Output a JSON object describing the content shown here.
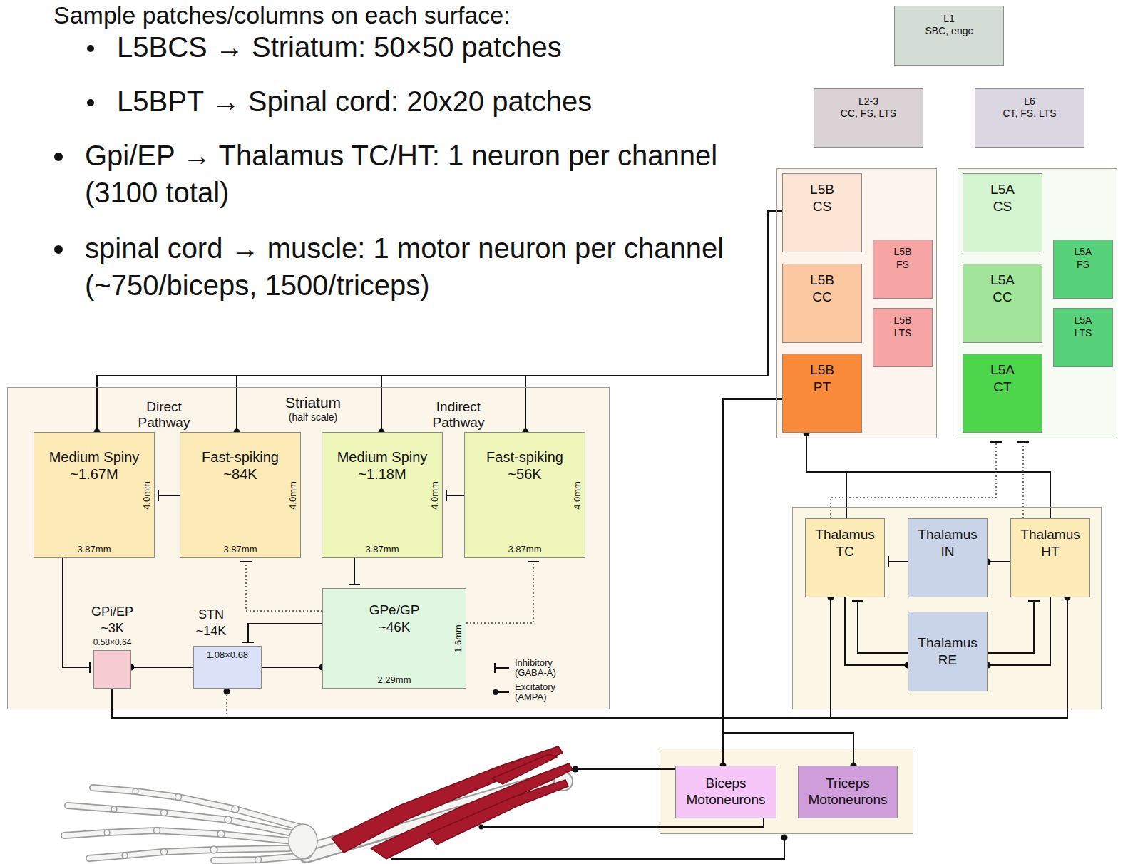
{
  "diagram": {
    "nodes": [
      {
        "text": [
          "L1",
          "SBC, engc"
        ]
      },
      {
        "text": [
          "L2-3",
          "CC, FS, LTS"
        ]
      },
      {
        "text": [
          "L6",
          "CT, FS, LTS"
        ]
      },
      {
        "text": []
      },
      {
        "text": [
          "L5B CS"
        ],
        "in": 3
      },
      {
        "text": [
          "L5B FS"
        ],
        "in": 3
      },
      {
        "text": [
          "L5B CC"
        ],
        "in": 3
      },
      {
        "text": [
          "L5B LTS"
        ],
        "in": 3
      },
      {
        "text": [
          "L5B PT"
        ],
        "in": 3
      },
      {
        "text": []
      },
      {
        "text": [
          "L5A CS"
        ],
        "in": 9
      },
      {
        "text": [
          "L5A FS"
        ],
        "in": 9
      },
      {
        "text": [
          "L5A CC"
        ],
        "in": 9
      },
      {
        "text": [
          "L5A LTS"
        ],
        "in": 9
      },
      {
        "text": [
          "L5A CT"
        ],
        "in": 9
      },
      {
        "text": [
          "Striatum",
          "(half scale)",
          "Direct Pathway",
          "Indirect Pathway"
        ]
      },
      {
        "text": [
          "Medium Spiny ~1.67M",
          "4.0mm",
          "3.87mm"
        ],
        "in": 15
      },
      {
        "text": [
          "Fast-spiking ~84K",
          "4.0mm",
          "3.87mm"
        ],
        "in": 15
      },
      {
        "text": [
          "Medium Spiny ~1.18M",
          "4.0mm",
          "3.87mm"
        ],
        "in": 15
      },
      {
        "text": [
          "Fast-spiking ~56K",
          "4.0mm",
          "3.87mm"
        ],
        "in": 15
      },
      {
        "text": [
          "GPi/EP ~3K",
          "0.58×0.64"
        ],
        "in": 15
      },
      {
        "text": [
          "STN ~14K",
          "1.08×0.68"
        ],
        "in": 15
      },
      {
        "text": [
          "GPe/GP ~46K",
          "1.6mm",
          "2.29mm"
        ],
        "in": 15
      },
      {
        "text": []
      },
      {
        "text": [
          "Thalamus TC"
        ],
        "in": 23
      },
      {
        "text": [
          "Thalamus IN"
        ],
        "in": 23
      },
      {
        "text": [
          "Thalamus HT"
        ],
        "in": 23
      },
      {
        "text": [
          "Thalamus RE"
        ],
        "in": 23
      },
      {
        "text": []
      },
      {
        "text": [
          "Biceps Motoneurons"
        ],
        "in": 28
      },
      {
        "text": [
          "Triceps Motoneurons"
        ],
        "in": 28
      }
    ],
    "edges": [
      {
        "from": 4,
        "to": 16,
        "arrow": "to"
      },
      {
        "from": 4,
        "to": 17,
        "arrow": "to"
      },
      {
        "from": 4,
        "to": 18,
        "arrow": "to"
      },
      {
        "from": 4,
        "to": 19,
        "arrow": "to"
      },
      {
        "from": 17,
        "to": 16,
        "arrow": "to"
      },
      {
        "from": 19,
        "to": 18,
        "arrow": "to"
      },
      {
        "from": 16,
        "to": 20,
        "arrow": "to"
      },
      {
        "from": 18,
        "to": 22,
        "arrow": "to"
      },
      {
        "from": 22,
        "to": 17,
        "arrow": "to"
      },
      {
        "from": 22,
        "to": 19,
        "arrow": "to"
      },
      {
        "from": 22,
        "to": 21,
        "arrow": "to"
      },
      {
        "from": 21,
        "to": 20,
        "arrow": "to"
      },
      {
        "from": 21,
        "to": 22,
        "arrow": "to"
      },
      {
        "from": 20,
        "to": 24,
        "arrow": "to"
      },
      {
        "from": 20,
        "to": 26,
        "arrow": "to"
      },
      {
        "from": 24,
        "to": 8,
        "arrow": "to"
      },
      {
        "from": 26,
        "to": 8,
        "arrow": "to"
      },
      {
        "from": 8,
        "to": 29,
        "arrow": "to"
      },
      {
        "from": 8,
        "to": 30,
        "arrow": "to"
      },
      {
        "from": 24,
        "to": 9,
        "arrow": "to"
      },
      {
        "from": 26,
        "to": 9,
        "arrow": "to"
      },
      {
        "from": 25,
        "to": 24,
        "arrow": "to"
      },
      {
        "from": 26,
        "to": 25,
        "arrow": "to"
      },
      {
        "from": 24,
        "to": 27,
        "arrow": "to"
      },
      {
        "from": 27,
        "to": 24,
        "arrow": "to"
      },
      {
        "from": 27,
        "to": 26,
        "arrow": "to"
      },
      {
        "from": 26,
        "to": 27,
        "arrow": "to"
      }
    ],
    "labels": [
      "Sample patches/columns on each surface:",
      "L5BCS → Striatum: 50×50 patches",
      "L5BPT → Spinal cord: 20x20 patches",
      "Gpi/EP → Thalamus TC/HT: 1 neuron per channel (3100 total)",
      "spinal cord → muscle: 1 motor neuron per channel (~750/biceps, 1500/triceps)"
    ],
    "legend": [
      {
        "text": "Inhibitory (GABA-A)"
      },
      {
        "text": "Excitatory (AMPA)"
      }
    ]
  }
}
